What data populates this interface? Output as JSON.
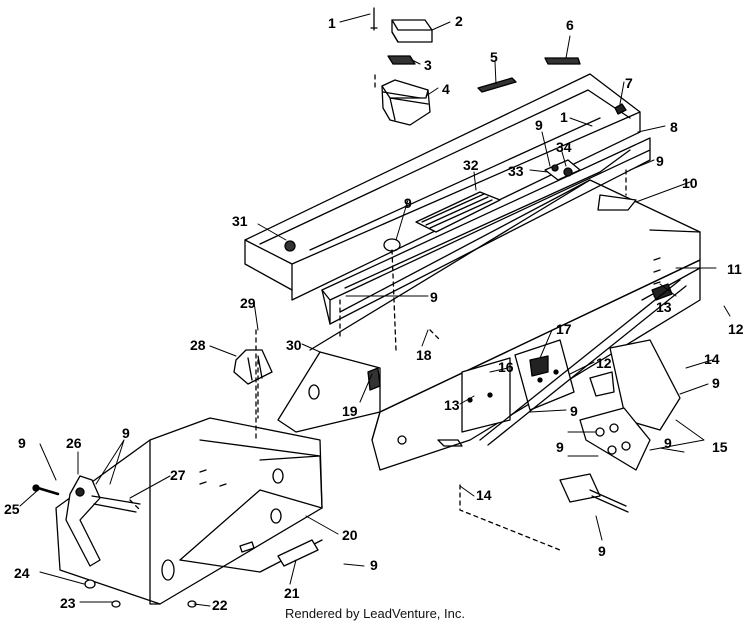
{
  "diagram": {
    "footer": "Rendered by LeadVenture, Inc.",
    "callouts": [
      {
        "id": "c1a",
        "text": "1"
      },
      {
        "id": "c2",
        "text": "2"
      },
      {
        "id": "c3",
        "text": "3"
      },
      {
        "id": "c4",
        "text": "4"
      },
      {
        "id": "c5",
        "text": "5"
      },
      {
        "id": "c6",
        "text": "6"
      },
      {
        "id": "c7",
        "text": "7"
      },
      {
        "id": "c1b",
        "text": "1"
      },
      {
        "id": "c8",
        "text": "8"
      },
      {
        "id": "c9a",
        "text": "9"
      },
      {
        "id": "c32",
        "text": "32"
      },
      {
        "id": "c34",
        "text": "34"
      },
      {
        "id": "c33",
        "text": "33"
      },
      {
        "id": "c9b",
        "text": "9"
      },
      {
        "id": "c10",
        "text": "10"
      },
      {
        "id": "c31",
        "text": "31"
      },
      {
        "id": "c9c",
        "text": "9"
      },
      {
        "id": "c11",
        "text": "11"
      },
      {
        "id": "c9d",
        "text": "9"
      },
      {
        "id": "c29",
        "text": "29"
      },
      {
        "id": "c13a",
        "text": "13"
      },
      {
        "id": "c12a",
        "text": "12"
      },
      {
        "id": "c28",
        "text": "28"
      },
      {
        "id": "c30",
        "text": "30"
      },
      {
        "id": "c18",
        "text": "18"
      },
      {
        "id": "c17",
        "text": "17"
      },
      {
        "id": "c16",
        "text": "16"
      },
      {
        "id": "c12b",
        "text": "12"
      },
      {
        "id": "c14a",
        "text": "14"
      },
      {
        "id": "c9e",
        "text": "9"
      },
      {
        "id": "c19",
        "text": "19"
      },
      {
        "id": "c13b",
        "text": "13"
      },
      {
        "id": "c9f",
        "text": "9"
      },
      {
        "id": "c15",
        "text": "15"
      },
      {
        "id": "c9g",
        "text": "9"
      },
      {
        "id": "c9h",
        "text": "9"
      },
      {
        "id": "c9i",
        "text": "9"
      },
      {
        "id": "c26",
        "text": "26"
      },
      {
        "id": "c9j",
        "text": "9"
      },
      {
        "id": "c27",
        "text": "27"
      },
      {
        "id": "c25",
        "text": "25"
      },
      {
        "id": "c14b",
        "text": "14"
      },
      {
        "id": "c20",
        "text": "20"
      },
      {
        "id": "c9k",
        "text": "9"
      },
      {
        "id": "c24",
        "text": "24"
      },
      {
        "id": "c21",
        "text": "21"
      },
      {
        "id": "c9l",
        "text": "9"
      },
      {
        "id": "c23",
        "text": "23"
      },
      {
        "id": "c22",
        "text": "22"
      }
    ]
  }
}
